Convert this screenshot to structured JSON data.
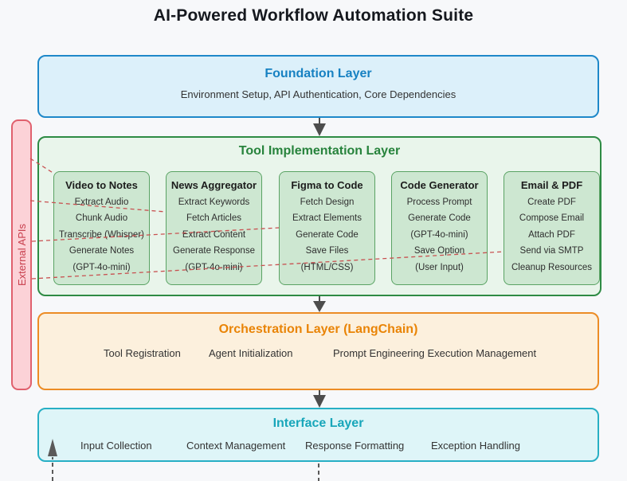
{
  "page": {
    "title": "AI-Powered Workflow Automation Suite"
  },
  "layers": {
    "foundation": {
      "title": "Foundation Layer",
      "subtitle": "Environment Setup, API Authentication, Core Dependencies"
    },
    "tools": {
      "title": "Tool Implementation Layer",
      "boxes": [
        {
          "title": "Video to Notes",
          "items": [
            "Extract Audio",
            "Chunk Audio",
            "Transcribe (Whisper)",
            "Generate Notes",
            "(GPT-4o-mini)"
          ]
        },
        {
          "title": "News Aggregator",
          "items": [
            "Extract Keywords",
            "Fetch Articles",
            "Extract Content",
            "Generate Response",
            "(GPT-4o-mini)"
          ]
        },
        {
          "title": "Figma to Code",
          "items": [
            "Fetch Design",
            "Extract Elements",
            "Generate Code",
            "Save Files",
            "(HTML/CSS)"
          ]
        },
        {
          "title": "Code Generator",
          "items": [
            "Process Prompt",
            "Generate Code",
            "(GPT-4o-mini)",
            "Save Option",
            "(User Input)"
          ]
        },
        {
          "title": "Email & PDF",
          "items": [
            "Create PDF",
            "Compose Email",
            "Attach PDF",
            "Send via SMTP",
            "Cleanup Resources"
          ]
        }
      ]
    },
    "orchestration": {
      "title": "Orchestration Layer (LangChain)",
      "items": [
        "Tool Registration",
        "Agent Initialization",
        "Prompt Engineering Execution Management"
      ]
    },
    "interface": {
      "title": "Interface Layer",
      "items": [
        "Input Collection",
        "Context Management",
        "Response Formatting",
        "Exception Handling"
      ]
    },
    "external_apis": {
      "label": "External APIs"
    }
  },
  "colors": {
    "foundation_border": "#1e88c9",
    "foundation_fill": "#dcf0fa",
    "foundation_title": "#1781c2",
    "tools_border": "#2e8b44",
    "tools_fill": "#e9f5eb",
    "tools_title": "#27833c",
    "tool_box_fill": "#cde7d1",
    "tool_box_border": "#5aa364",
    "orchestration_border": "#ec8c25",
    "orchestration_fill": "#fcf0dd",
    "orchestration_title": "#e98406",
    "interface_border": "#27afc4",
    "interface_fill": "#def5f8",
    "interface_title": "#18a6ba",
    "external_fill": "#fcd2d7",
    "external_border": "#e0606d",
    "external_text": "#c73e4c",
    "flow_arrow": "#4d4d4d",
    "dashed_link": "#c85050"
  }
}
